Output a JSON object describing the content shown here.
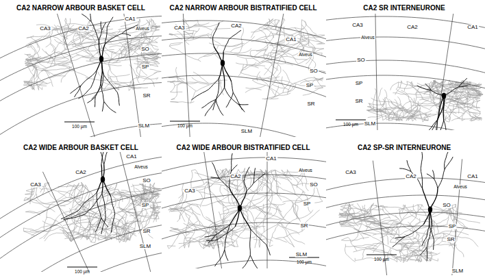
{
  "diagram": {
    "labels": [
      "CA2 NARROW ARBOUR BASKET CELL",
      "CA3",
      "CA2",
      "CA1",
      "Alveus",
      "SO",
      "SP",
      "SR",
      "SLM",
      "100 µm",
      "CA2 NARROW ARBOUR BISTRATIFIED CELL",
      "CA3",
      "CA2",
      "CA1",
      "Alveus",
      "SO",
      "SP",
      "SR",
      "SLM",
      "100 µm",
      "CA2 SR INTERNEURONE",
      "CA3",
      "CA2",
      "CA1",
      "Alveus",
      "SO",
      "SP",
      "SR",
      "100 µm",
      "SLM",
      "CA2 WIDE ARBOUR BASKET CELL",
      "CA1",
      "CA2",
      "CA3",
      "Alveus",
      "SO",
      "SP",
      "SR",
      "SLM",
      "100 µm",
      "CA2 WIDE ARBOUR BISTRATIFIED CELL",
      "CA1",
      "CA2",
      "CA3",
      "Alveus",
      "SO",
      "SP",
      "SR",
      "SLM",
      "100 µm",
      "CA2 SP-SR INTERNEURONE",
      "CA3",
      "CA2",
      "CA1",
      "Alveus",
      "SO",
      "SP",
      "SR",
      "100 µm",
      "SLM"
    ]
  }
}
